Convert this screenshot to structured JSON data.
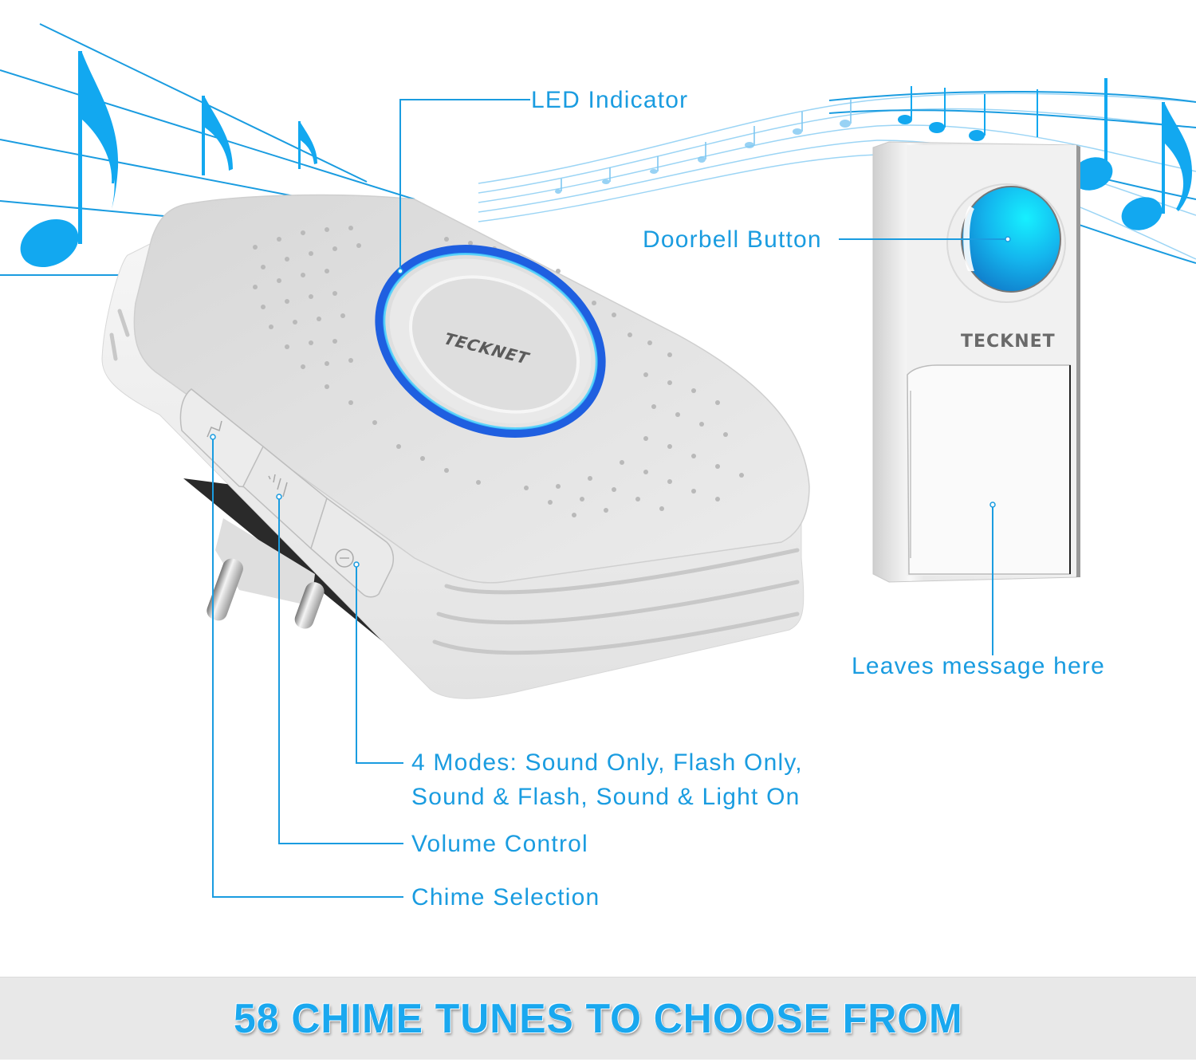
{
  "product": {
    "brand": "TECKNET",
    "receiver_brand": "TECKNET",
    "transmitter_brand": "TECKNET"
  },
  "callouts": {
    "led_indicator": "LED Indicator",
    "doorbell_button": "Doorbell Button",
    "leaves_message": "Leaves message here",
    "modes_line1": "4 Modes: Sound Only, Flash Only,",
    "modes_line2": "Sound & Flash, Sound & Light On",
    "volume_control": "Volume Control",
    "chime_selection": "Chime Selection"
  },
  "receiver_buttons": [
    {
      "name": "chime-selection-button",
      "icon": "music-note-icon"
    },
    {
      "name": "volume-control-button",
      "icon": "volume-bars-icon"
    },
    {
      "name": "mode-button",
      "icon": "mode-icon"
    }
  ],
  "banner": {
    "text": "58 CHIME TUNES TO CHOOSE FROM"
  },
  "colors": {
    "accent_blue": "#1a9ce0",
    "note_blue": "#12a8f0",
    "led_ring": "#1f5fe0",
    "banner_bg": "#e8e8e8",
    "banner_text": "#1aa8ef",
    "device_body": "#e6e6e6",
    "button_blue": "#1ab8f0"
  }
}
